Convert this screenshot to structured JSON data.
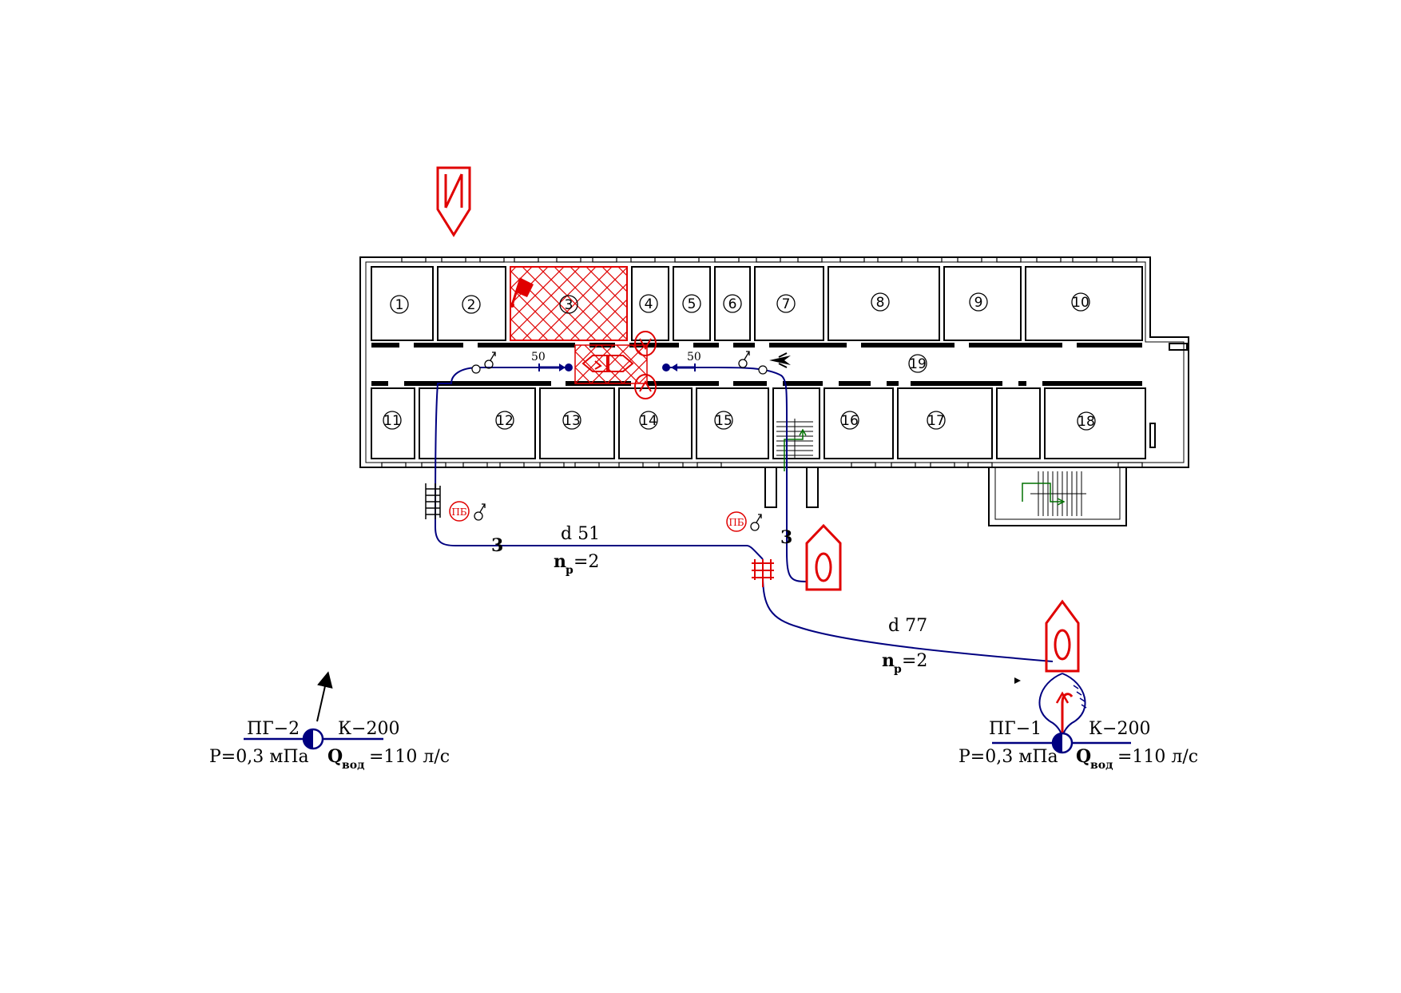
{
  "rooms": {
    "r1": "1",
    "r2": "2",
    "r3": "3",
    "r4": "4",
    "r5": "5",
    "r6": "6",
    "r7": "7",
    "r8": "8",
    "r9": "9",
    "r10": "10",
    "r11": "11",
    "r12": "12",
    "r13": "13",
    "r14": "14",
    "r15": "15",
    "r16": "16",
    "r17": "17",
    "r18": "18",
    "r19": "19"
  },
  "lines": {
    "line1_hoses": "3",
    "line1_diameter": "d 51",
    "line1_np": "n",
    "line1_np_sub": "p",
    "line1_np_val": "=2",
    "line2_hoses": "3",
    "line2_diameter": "d 77",
    "line2_np": "n",
    "line2_np_sub": "p",
    "line2_np_val": "=2",
    "nozzle_left": "50",
    "nozzle_right": "50"
  },
  "labels": {
    "pb_left": "ПБ",
    "pb_right": "ПБ"
  },
  "hydrants": {
    "pg2_name": "ПГ−2",
    "pg2_type": "К−200",
    "pg2_pressure": "Р=0,3 мПа",
    "pg2_q": "Q",
    "pg2_q_sub": "вод",
    "pg2_q_val": "=110 л/с",
    "pg1_name": "ПГ−1",
    "pg1_type": "К−200",
    "pg1_pressure": "Р=0,3 мПа",
    "pg1_q": "Q",
    "pg1_q_sub": "вод",
    "pg1_q_val": "=110 л/с"
  },
  "colors": {
    "wall": "#000000",
    "fire": "#e00000",
    "hose": "#000080",
    "exit": "#007000"
  },
  "icons": [
    "fire-unit-marker-icon",
    "fire-flag-icon",
    "fire-truck-icon",
    "hydrant-icon",
    "branching-icon",
    "ladder-icon",
    "nozzle-icon",
    "smoke-exhauster-icon",
    "evacuation-arrow-icon"
  ]
}
